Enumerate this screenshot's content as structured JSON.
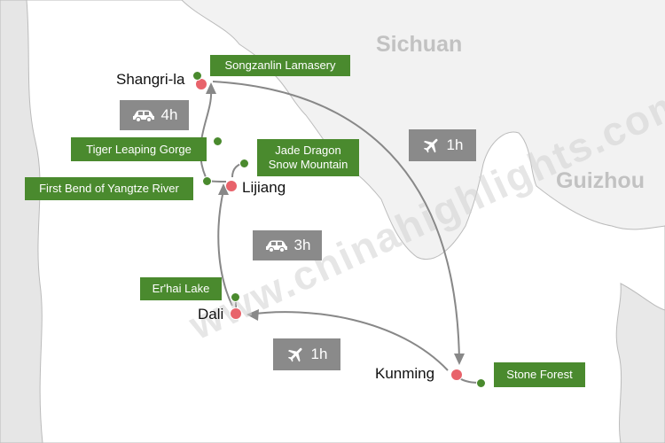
{
  "regions": {
    "sichuan": "Sichuan",
    "guizhou": "Guizhou"
  },
  "cities": {
    "shangrila": "Shangri-la",
    "lijiang": "Lijiang",
    "dali": "Dali",
    "kunming": "Kunming"
  },
  "attractions": {
    "songzanlin": "Songzanlin Lamasery",
    "tiger_leaping": "Tiger Leaping Gorge",
    "jade_dragon_line1": "Jade Dragon",
    "jade_dragon_line2": "Snow Mountain",
    "first_bend": "First Bend of Yangtze River",
    "erhai": "Er'hai Lake",
    "stone_forest": "Stone Forest"
  },
  "travel_times": {
    "lijiang_shangrila": "4h",
    "shangrila_kunming": "1h",
    "dali_lijiang": "3h",
    "kunming_dali": "1h"
  },
  "watermark": "www.chinahighlights.com",
  "colors": {
    "city_dot": "#e8636b",
    "attraction": "#4a8a2e",
    "badge": "#8a8a8a",
    "route": "#888888",
    "region_text": "#c2c2c2"
  },
  "icons": {
    "car": "car-icon",
    "plane": "plane-icon"
  }
}
